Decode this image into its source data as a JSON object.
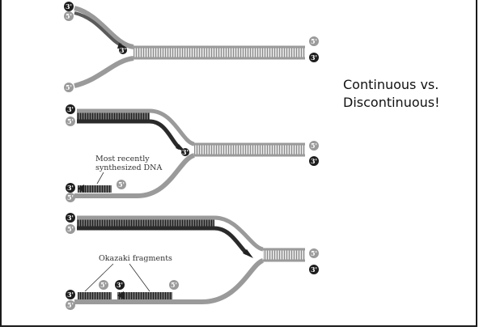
{
  "caption": {
    "line1": "Continuous vs.",
    "line2": "Discontinuous!"
  },
  "strand_labels": {
    "three_prime": "3'",
    "five_prime": "5'"
  },
  "annotations": {
    "recent_dna_line1": "Most recently",
    "recent_dna_line2": "synthesized DNA",
    "okazaki": "Okazaki fragments"
  },
  "colors": {
    "dna_strand": "#a8a8a8",
    "new_strand": "#3c3c3c",
    "badge_dark": "#1e1e1e",
    "badge_light": "#9a9a9a",
    "frame": "#1a1a1a"
  }
}
